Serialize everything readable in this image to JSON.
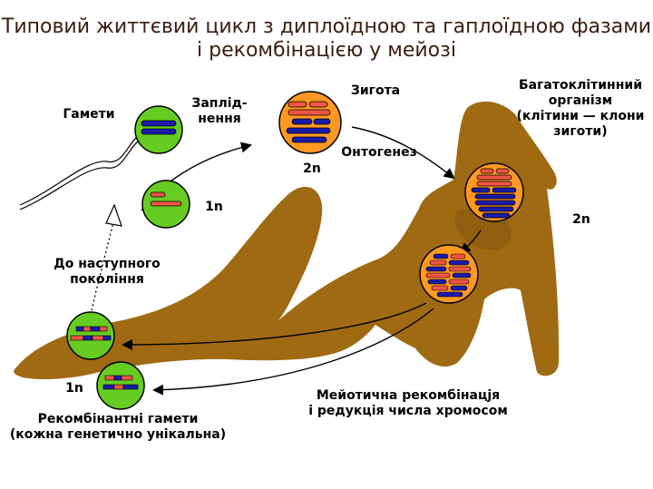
{
  "title": {
    "line1": "Типовий життєвий цикл з диплоїдною та гаплоїдною фазами",
    "line2": "і рекомбінацією у мейозі"
  },
  "labels": {
    "gametes": "Гамети",
    "fertilization_1": "Заплід-",
    "fertilization_2": "нення",
    "zygote": "Зигота",
    "two_n_zygote": "2n",
    "ontogenesis": "Онтогенез",
    "organism_1": "Багатоклітинний",
    "organism_2": "організм",
    "organism_3": "(клітини — клони",
    "organism_4": "зиготи)",
    "two_n_body": "2n",
    "one_n_top": "1n",
    "next_gen_1": "До наступного",
    "next_gen_2": "покоління",
    "one_n_bottom": "1n",
    "meiotic_1": "Мейотична рекомбінацjя",
    "meiotic_2": "і редукція числа хромосом",
    "recomb_1": "Рекомбінантні гамети",
    "recomb_2": "(кожна генетично унікальна)"
  },
  "colors": {
    "title": "#3b1c12",
    "body": "#a06a12",
    "haploid_cell": "#66cc22",
    "diploid_cell": "#ff9922",
    "chromosome_blue": "#1a1aaa",
    "chromosome_red": "#ee5544"
  }
}
